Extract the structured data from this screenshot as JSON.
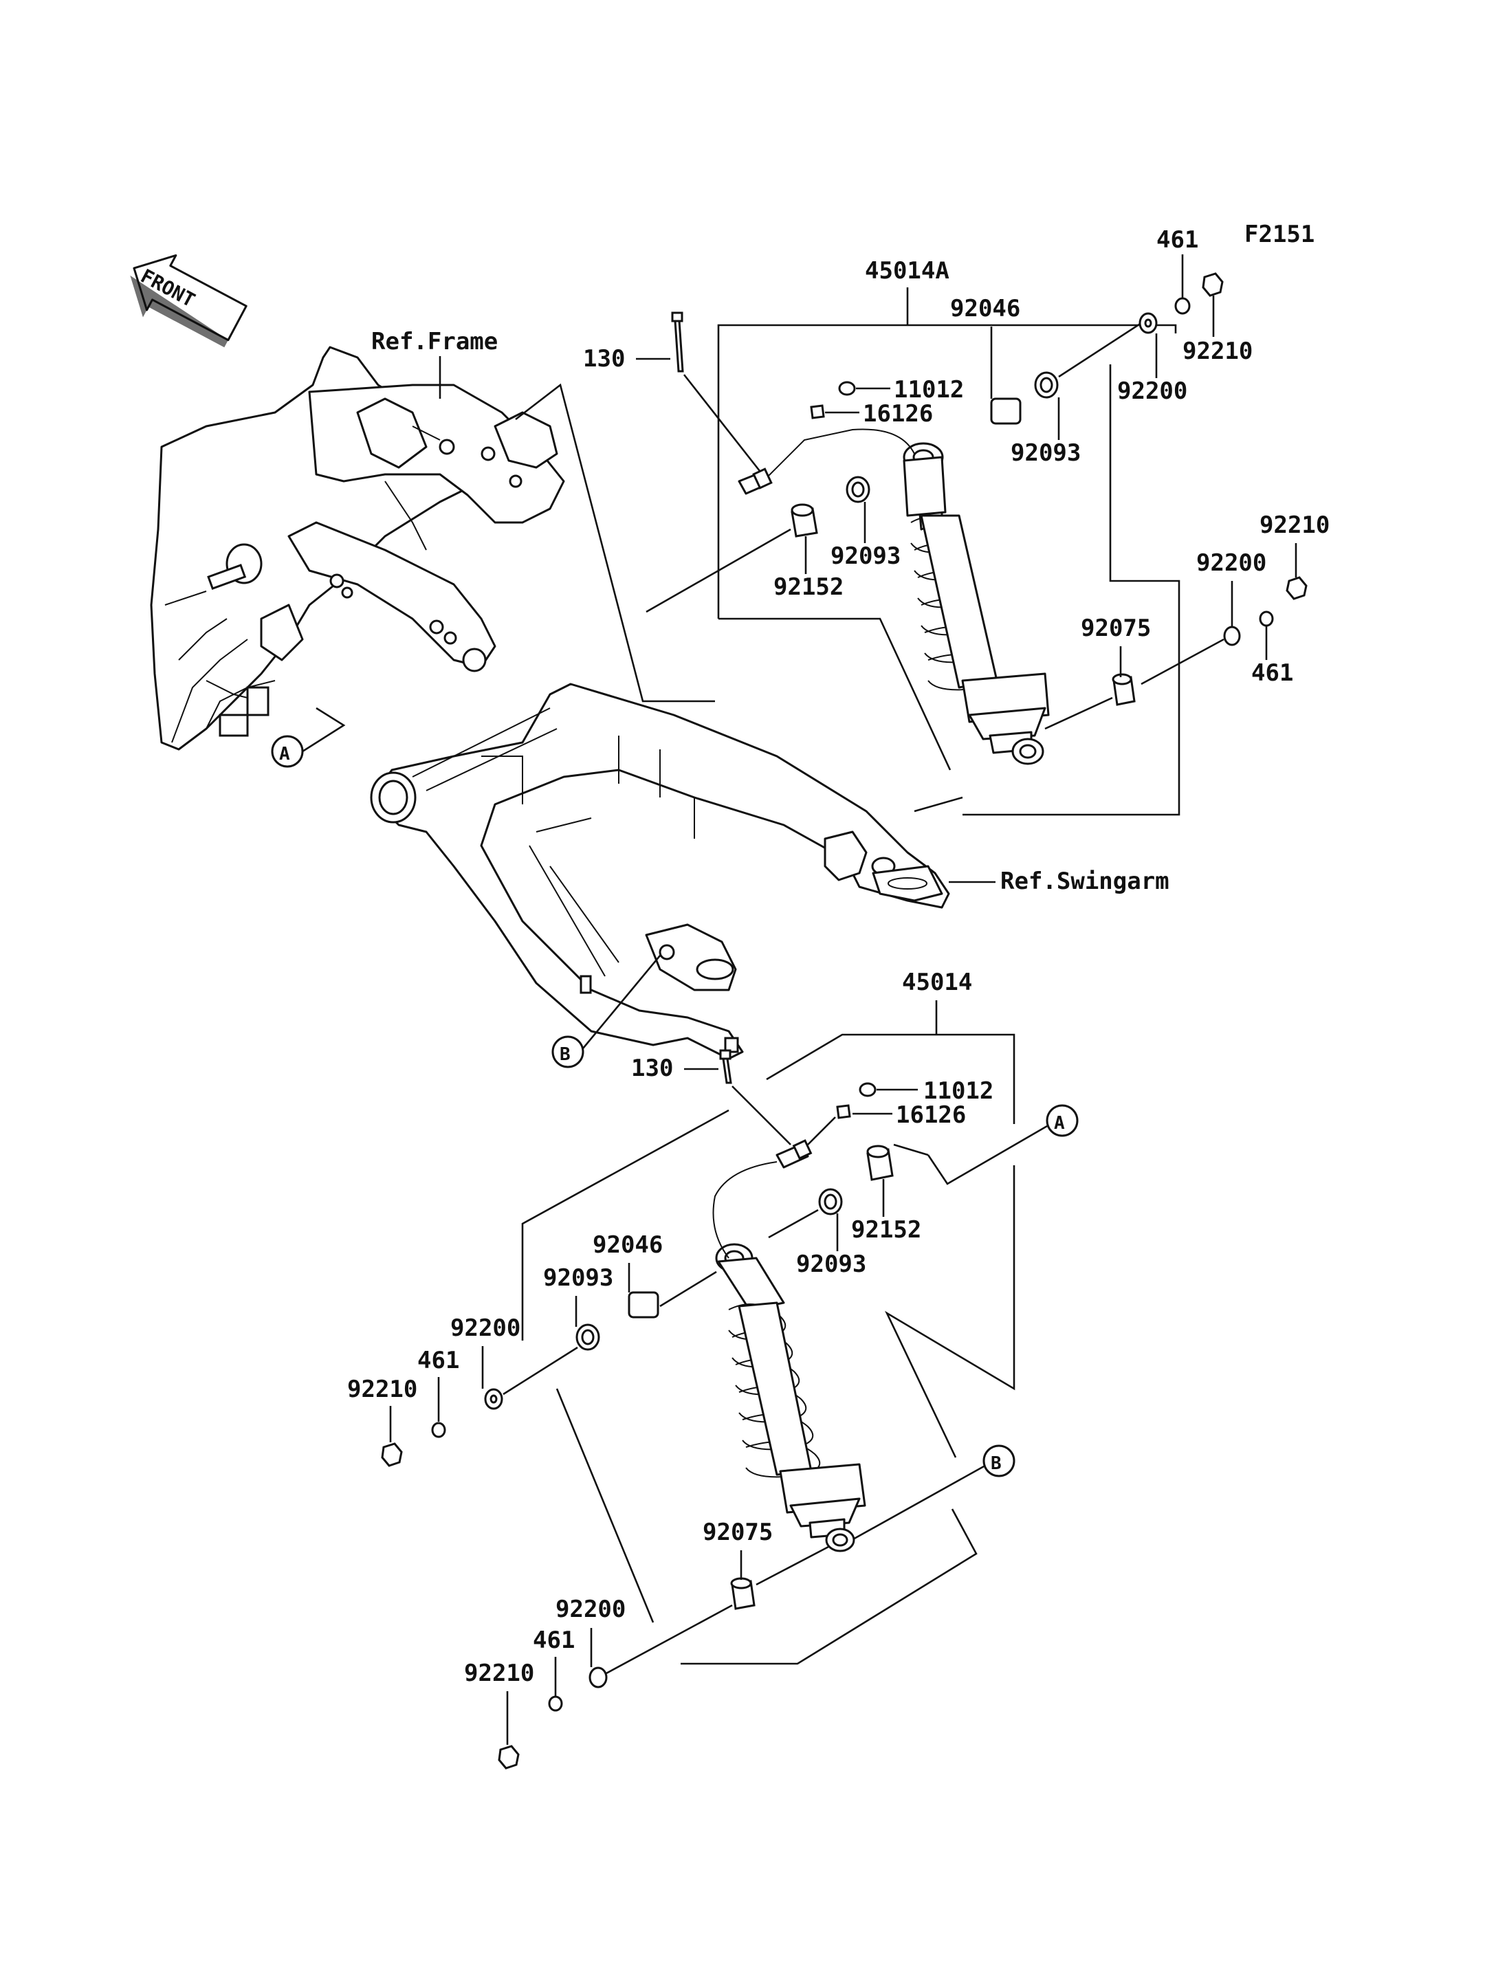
{
  "figure_code": "F2151",
  "front_arrow_text": "FRONT",
  "refs": {
    "frame": "Ref.Frame",
    "swingarm": "Ref.Swingarm"
  },
  "callouts": {
    "a": "A",
    "b": "B"
  },
  "upper_assembly": {
    "group": "45014A",
    "parts": {
      "bolt": "130",
      "cap": "11012",
      "nipple": "16126",
      "bearing": "92046",
      "seal_outer": "92093",
      "seal_inner": "92093",
      "sleeve": "92152",
      "washer_top": "92200",
      "nut_top": "92210",
      "lockwasher_top": "461",
      "collar": "92075",
      "washer_bottom": "92200",
      "nut_bottom": "92210",
      "lockwasher_bottom": "461"
    }
  },
  "lower_assembly": {
    "group": "45014",
    "parts": {
      "bolt": "130",
      "cap": "11012",
      "nipple": "16126",
      "sleeve": "92152",
      "seal_right": "92093",
      "bearing": "92046",
      "seal_left": "92093",
      "washer_top": "92200",
      "lockwasher_top": "461",
      "nut_top": "92210",
      "collar": "92075",
      "washer_bottom": "92200",
      "lockwasher_bottom": "461",
      "nut_bottom": "92210"
    }
  }
}
